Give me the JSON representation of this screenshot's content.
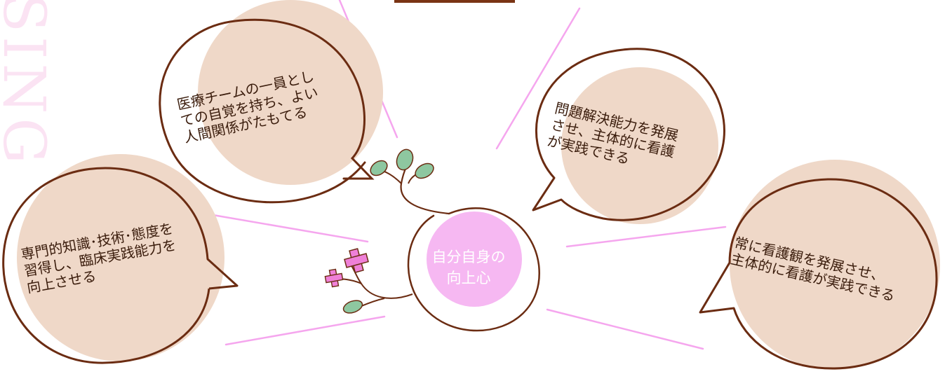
{
  "watermark": "SING",
  "center": {
    "label": "自分自身の\n向上心"
  },
  "bubbles": [
    {
      "id": "teamwork",
      "text": "医療チームの一員とし\nての自覚を持ち、よい\n人間関係がたもてる"
    },
    {
      "id": "problem_solving",
      "text": "問題解決能力を発展\nさせ、主体的に看護\nが実践できる"
    },
    {
      "id": "knowledge",
      "text": "専門的知識･技術･態度を\n習得し、臨床実践能力を\n向上させる"
    },
    {
      "id": "nursing_view",
      "text": "常に看護観を発展させ、\n主体的に看護が実践できる"
    }
  ],
  "colors": {
    "bubble_fill": "#efd8c8",
    "bubble_outline": "#6b2c12",
    "center_fill": "#f6b8f2",
    "leaf": "#8ec7a0",
    "cross": "#ef80d8",
    "line": "#f5a6ee"
  }
}
